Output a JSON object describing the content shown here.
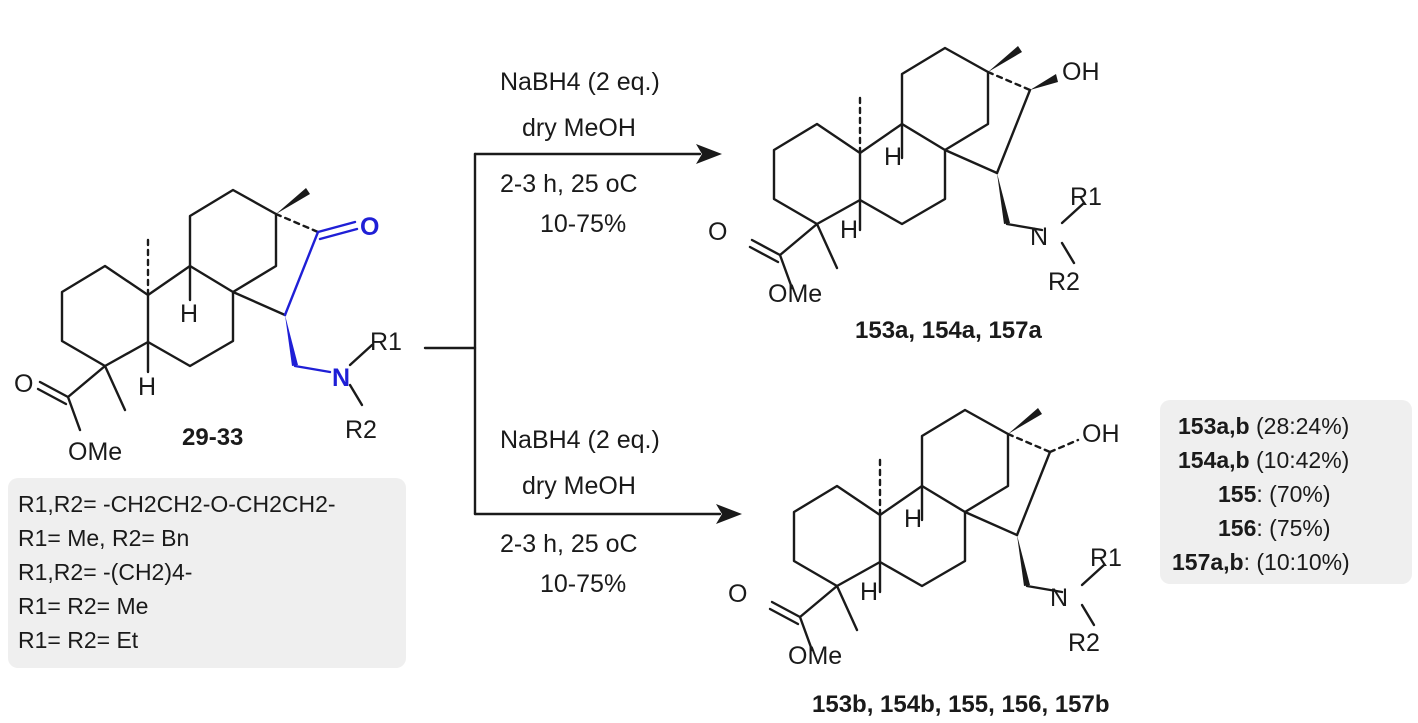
{
  "starting_material": {
    "label": "29-33",
    "atoms": {
      "O_ketone": "O",
      "N": "N",
      "R1": "R1",
      "R2": "R2",
      "H_a": "H",
      "H_b": "H",
      "O_ester": "O",
      "OMe": "OMe"
    }
  },
  "substituents": [
    {
      "text": "R1,R2= -CH2CH2-O-CH2CH2-"
    },
    {
      "text": "R1= Me, R2= Bn"
    },
    {
      "text": "R1,R2= -(CH2)4-"
    },
    {
      "text": "R1= R2= Me"
    },
    {
      "text": "R1= R2= Et"
    }
  ],
  "arrow_top": {
    "reagent": "NaBH4 (2 eq.)",
    "solvent": "dry MeOH",
    "time_temp": "2-3 h, 25 oC",
    "yield": "10-75%"
  },
  "arrow_bottom": {
    "reagent": "NaBH4 (2 eq.)",
    "solvent": "dry MeOH",
    "time_temp": "2-3 h, 25 oC",
    "yield": "10-75%"
  },
  "product_top": {
    "label": "153a, 154a, 157a",
    "atoms": {
      "OH": "OH",
      "N": "N",
      "R1": "R1",
      "R2": "R2",
      "H_a": "H",
      "H_b": "H",
      "O_ester": "O",
      "OMe": "OMe"
    }
  },
  "product_bottom": {
    "label": "153b, 154b, 155, 156, 157b",
    "atoms": {
      "OH": "OH",
      "N": "N",
      "R1": "R1",
      "R2": "R2",
      "H_a": "H",
      "H_b": "H",
      "O_ester": "O",
      "OMe": "OMe"
    }
  },
  "yields": [
    {
      "compound": "153a,b",
      "value": " (28:24%)"
    },
    {
      "compound": "154a,b",
      "value": " (10:42%)"
    },
    {
      "compound": "155",
      "value": ": (70%)"
    },
    {
      "compound": "156",
      "value": ": (75%)"
    },
    {
      "compound": "157a,b",
      "value": ": (10:10%)"
    }
  ]
}
